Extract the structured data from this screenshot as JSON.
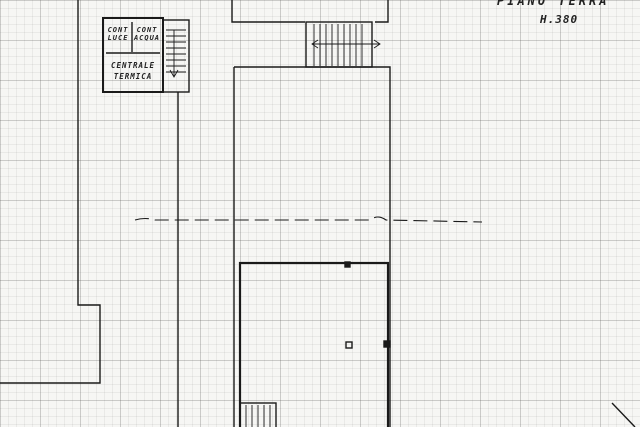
{
  "plan": {
    "title": "PIANO TERRA",
    "height_label": "H.380",
    "rooms": {
      "cont_luce": "CONT\nLUCE",
      "cont_acqua": "CONT\nACQUA",
      "centrale_termica": "CENTRALE\nTERMICA"
    }
  },
  "colors": {
    "ink": "#1a1a1a",
    "paper": "#f6f6f4",
    "grid": "#9a9a9a"
  }
}
